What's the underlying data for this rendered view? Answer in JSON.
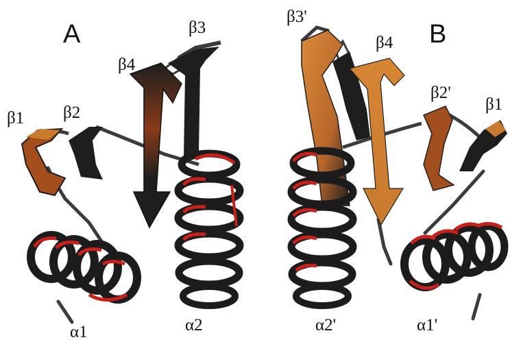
{
  "colors": {
    "helix_front": "#c8211c",
    "helix_back": "#1c1c1c",
    "strand_orange": "#c87a2e",
    "strand_dark": "#1e1e1e",
    "coil": "#3c3c40"
  },
  "panels": [
    {
      "letter": "A",
      "labels": {
        "b1": "β1",
        "b2": "β2",
        "b3": "β3",
        "b4": "β4",
        "a1": "α1",
        "a2": "α2"
      }
    },
    {
      "letter": "B",
      "labels": {
        "b1": "β1",
        "b2": "β2'",
        "b3": "β3'",
        "b4": "β4",
        "a1": "α1'",
        "a2": "α2'"
      }
    }
  ]
}
